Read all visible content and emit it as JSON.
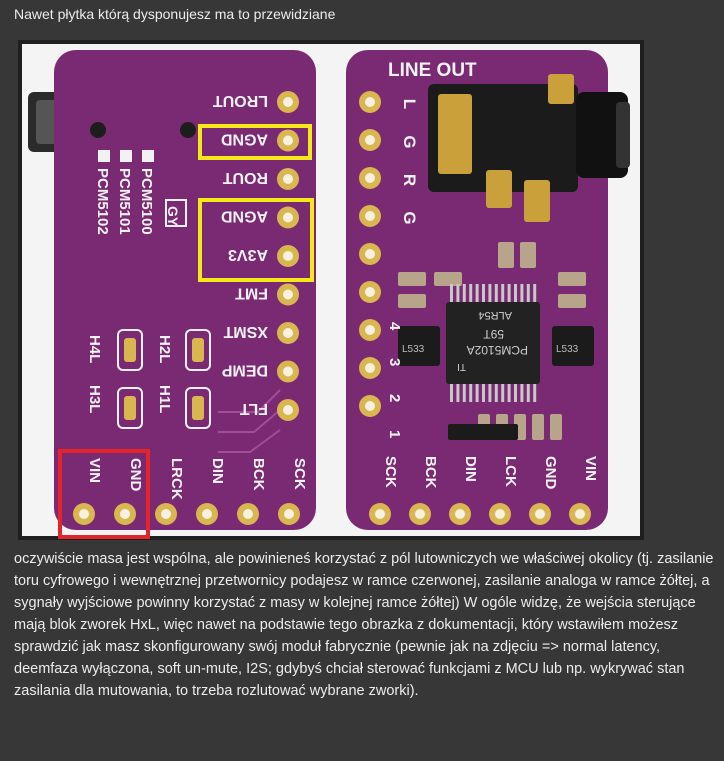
{
  "post": {
    "intro": "Nawet płytka którą dysponujesz ma to przewidziane",
    "paragraph": "oczywiście masa jest wspólna, ale powinieneś korzystać z pól lutowniczych we właściwej okolicy (tj. zasilanie toru cyfrowego i wewnętrznej przetwornicy podajesz w ramce czerwonej, zasilanie analoga w ramce żółtej, a sygnały wyjściowe powinny korzystać z masy w kolejnej ramce żółtej) W ogóle widzę, że wejścia sterujące mają blok zworek HxL, więc nawet na podstawie tego obrazka z dokumentacji, który wstawiłem możesz sprawdzić jak masz skonfigurowany swój moduł fabrycznie (pewnie jak na zdjęciu => normal latency, deemfaza wyłączona, soft un-mute, I2S; gdybyś chciał sterować funkcjami z MCU lub np. wykrywać stan zasilania dla mutowania, to trzeba rozlutować wybrane zworki)."
  },
  "board_left": {
    "side_pins": [
      "LROUT",
      "AGND",
      "ROUT",
      "AGND",
      "A3V3",
      "FMT",
      "XSMT",
      "DEMP",
      "FLT"
    ],
    "bottom_pins": [
      "VIN",
      "GND",
      "LRCK",
      "DIN",
      "BCK",
      "SCK"
    ],
    "models": [
      "PCM5100",
      "PCM5101",
      "PCM5102"
    ],
    "logo": "GY",
    "jumpers_top": [
      "H2L",
      "H1L"
    ],
    "jumpers_bottom": [
      "H4L",
      "H3L"
    ]
  },
  "board_right": {
    "header": "LINE OUT",
    "side_labels": [
      "L",
      "G",
      "R",
      "G"
    ],
    "side_numbers": [
      "4",
      "3",
      "2",
      "1"
    ],
    "bottom_pins": [
      "SCK",
      "BCK",
      "DIN",
      "LCK",
      "GND",
      "VIN"
    ],
    "chip_lines": [
      "ALR54",
      "59T",
      "PCM5102A",
      "TI"
    ],
    "regulator_left": "L533",
    "regulator_right": "L533"
  },
  "colors": {
    "pcb": "#7a2a72",
    "silkscreen": "#f2f2f2",
    "pad": "#d9b64f",
    "highlight_yellow": "#f4e71a",
    "highlight_red": "#e3242b"
  }
}
